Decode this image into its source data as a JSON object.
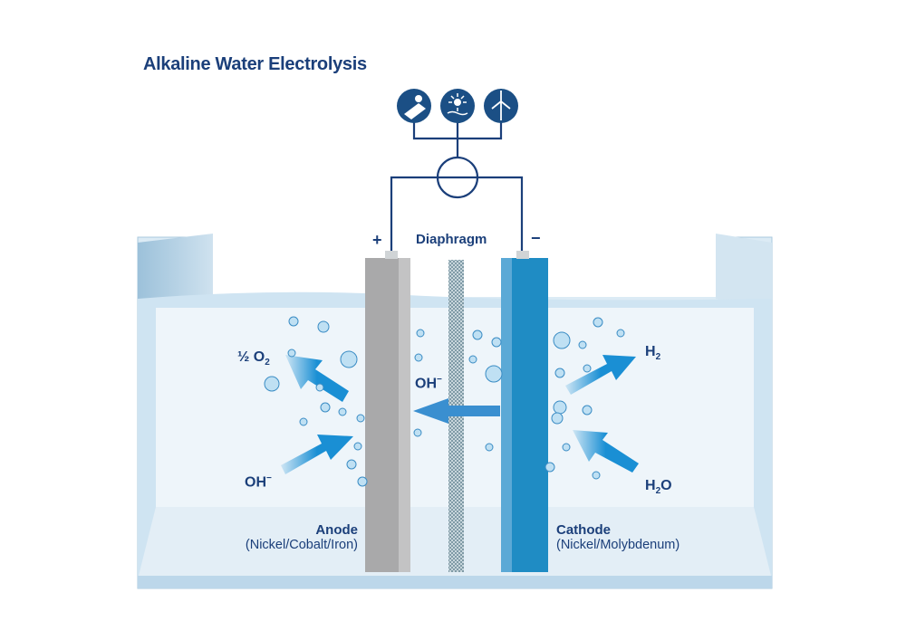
{
  "title": "Alkaline Water Electrolysis",
  "power_sources": [
    {
      "icon": "solar-panel-icon"
    },
    {
      "icon": "hydro-sun-icon"
    },
    {
      "icon": "wind-turbine-icon"
    }
  ],
  "terminals": {
    "positive": "+",
    "negative": "−"
  },
  "diaphragm_label": "Diaphragm",
  "anode": {
    "name": "Anode",
    "material": "(Nickel/Cobalt/Iron)",
    "product": {
      "prefix": "½ O",
      "sub": "2"
    },
    "reactant": {
      "base": "OH",
      "sup": "−"
    }
  },
  "membrane_ion": {
    "base": "OH",
    "sup": "−"
  },
  "cathode": {
    "name": "Cathode",
    "material": "(Nickel/Molybdenum)",
    "product": {
      "base": "H",
      "sub": "2"
    },
    "reactant": {
      "base": "H",
      "sub": "2",
      "tail": "O"
    }
  },
  "colors": {
    "navy": "#1b3f7a",
    "arrow": "#1a8fd4",
    "cathode": "#1f8cc4",
    "anode": "#a9a9aa",
    "water": "#e6f1f8"
  }
}
